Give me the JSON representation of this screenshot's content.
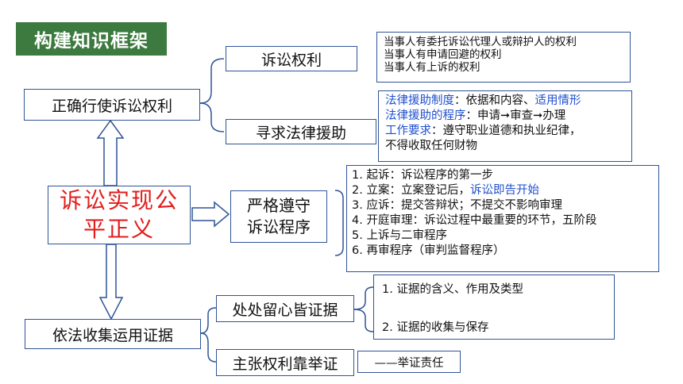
{
  "title": "构建知识框架",
  "center": {
    "line1": "诉讼实现公",
    "line2": "平正义"
  },
  "main_nodes": {
    "rights": "正确行使诉讼权利",
    "procedure_line1": "严格遵守",
    "procedure_line2": "诉讼程序",
    "evidence": "依法收集运用证据"
  },
  "sub_nodes": {
    "litigation_rights": "诉讼权利",
    "legal_aid": "寻求法律援助",
    "watch_evidence": "处处留心皆证据",
    "burden": "主张权利靠举证"
  },
  "rights_details": [
    "当事人有委托诉讼代理人或辩护人的权利",
    "当事人有申请回避的权利",
    "当事人有上诉的权利"
  ],
  "legal_aid_details": {
    "system_label": "法律援助制度",
    "system_text_a": "：依据和内容、",
    "system_text_b": "适用情形",
    "procedure_label": "法律援助的程序",
    "procedure_text": "：申请➞审查➞办理",
    "requirement_label": "工作要求",
    "requirement_text": "：遵守职业道德和执业纪律，",
    "requirement_text2": "不得收取任何财物"
  },
  "procedure_steps": [
    {
      "text": "1. 起诉：诉讼程序的第一步",
      "highlight": ""
    },
    {
      "text": "2. 立案：立案登记后，",
      "highlight": "诉讼即告开始"
    },
    {
      "text": "3. 应诉：提交答辩状；不提交不影响审理",
      "highlight": ""
    },
    {
      "text": "4. 开庭审理：诉讼过程中最重要的环节，五阶段",
      "highlight": ""
    },
    {
      "text": "5. 上诉与二审程序",
      "highlight": ""
    },
    {
      "text": "6. 再审程序（审判监督程序）",
      "highlight": ""
    }
  ],
  "evidence_details": [
    "1. 证据的含义、作用及类型",
    "2. 证据的收集与保存"
  ],
  "burden_detail": "——举证责任",
  "colors": {
    "title_bg": "#3d7a3f",
    "border": "#2f5496",
    "center_text": "#e31c1c",
    "highlight": "#1f4fd0"
  }
}
